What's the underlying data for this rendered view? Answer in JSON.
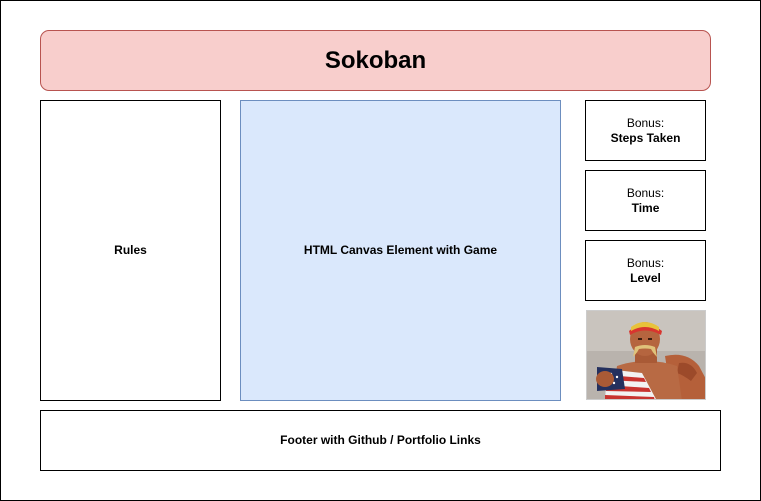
{
  "title": "Sokoban",
  "rules": {
    "label": "Rules"
  },
  "canvas": {
    "label": "HTML Canvas Element with Game"
  },
  "bonus": {
    "steps": {
      "prefix": "Bonus:",
      "name": "Steps Taken"
    },
    "time": {
      "prefix": "Bonus:",
      "name": "Time"
    },
    "level": {
      "prefix": "Bonus:",
      "name": "Level"
    }
  },
  "photo": {
    "description_icon": "wrestler-photo"
  },
  "footer": {
    "label": "Footer with Github / Portfolio Links"
  },
  "colors": {
    "title_fill": "#f8cecc",
    "title_stroke": "#b85450",
    "canvas_fill": "#dae8fc",
    "canvas_stroke": "#6c8ebf"
  }
}
